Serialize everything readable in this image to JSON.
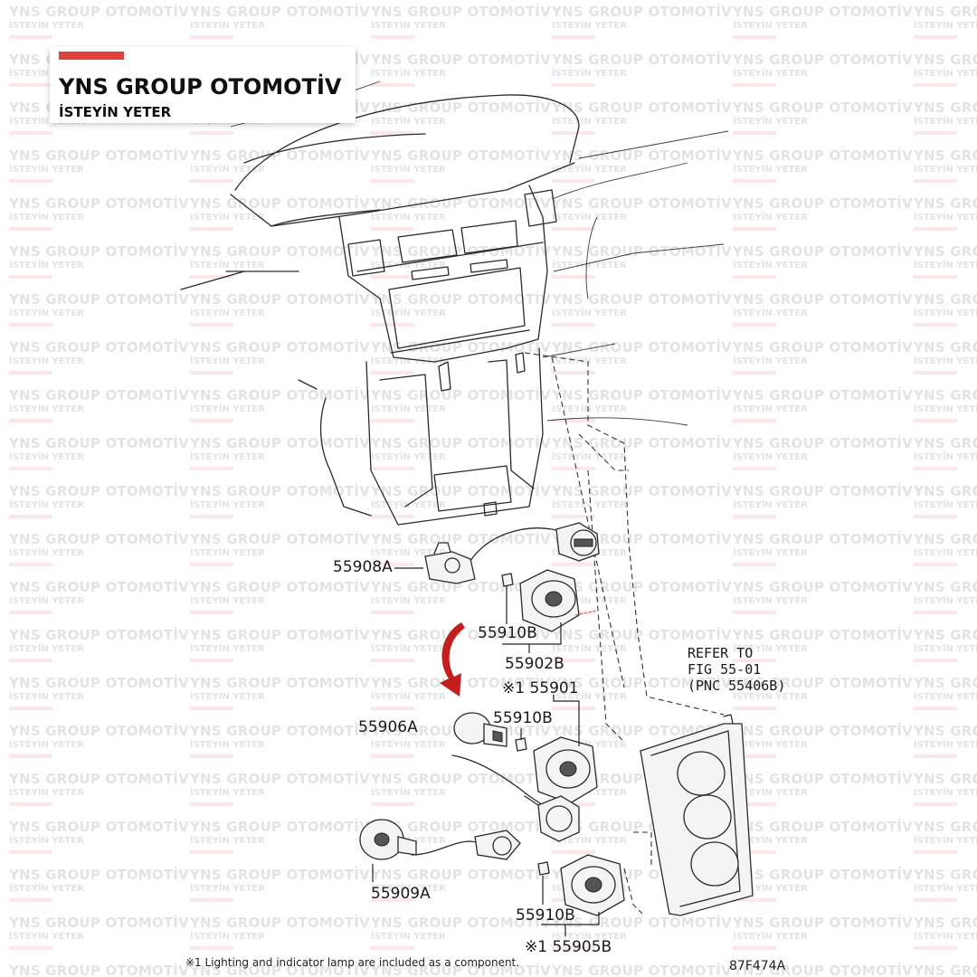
{
  "brand": {
    "title": "YNS GROUP OTOMOTİV",
    "subtitle": "İSTEYİN YETER",
    "accent_color": "#e0413b"
  },
  "watermark": {
    "title": "YNS GROUP OTOMOTİV",
    "subtitle": "İSTEYİN YETER"
  },
  "callouts": {
    "c55908A": "55908A",
    "c55910B_top": "55910B",
    "c55902B": "55902B",
    "c55901": "※1 55901",
    "c55910B_mid": "55910B",
    "c55906A": "55906A",
    "c55909A": "55909A",
    "c55910B_bot": "55910B",
    "c55905B": "※1 55905B"
  },
  "refer_note": "REFER TO\nFIG 55-01\n(PNC 55406B)",
  "footnote": "※1 Lighting and indicator lamp are included as a component.",
  "figure_code": "87F474A",
  "arrow_color": "#c41f1f"
}
